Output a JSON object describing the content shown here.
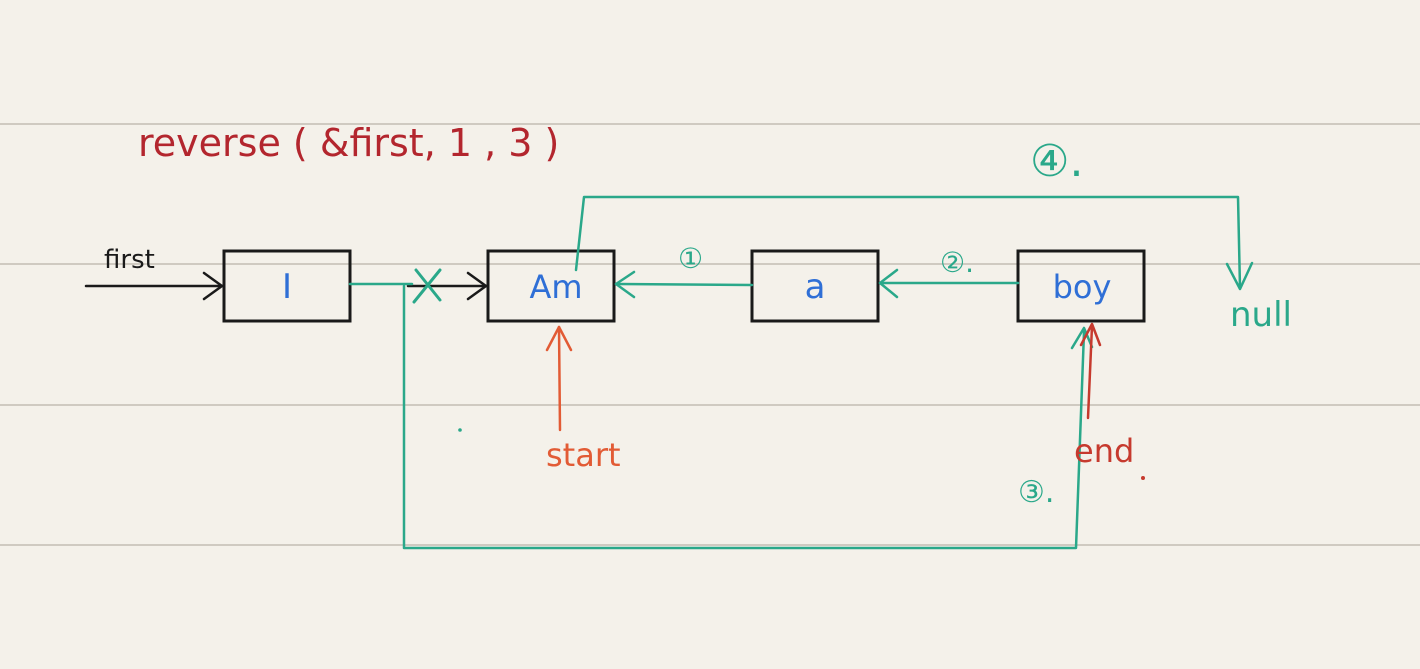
{
  "title": "reverse ( &first, 1 , 3 )",
  "pointers": {
    "first": "first",
    "start": "start",
    "end": "end",
    "null": "null"
  },
  "nodes": [
    {
      "id": "n1",
      "value": "I"
    },
    {
      "id": "n2",
      "value": "Am"
    },
    {
      "id": "n3",
      "value": "a"
    },
    {
      "id": "n4",
      "value": "boy"
    }
  ],
  "steps": {
    "s1": "①",
    "s2": "②.",
    "s3": "③.",
    "s4": "④."
  },
  "colors": {
    "paper": "#f4f1ea",
    "rule_line": "#cfcac1",
    "box_stroke": "#1a1a1a",
    "node_text": "#2f6fd6",
    "title": "#b3262e",
    "teal": "#2aa88a",
    "start": "#e25b35",
    "end": "#c63a2e"
  }
}
